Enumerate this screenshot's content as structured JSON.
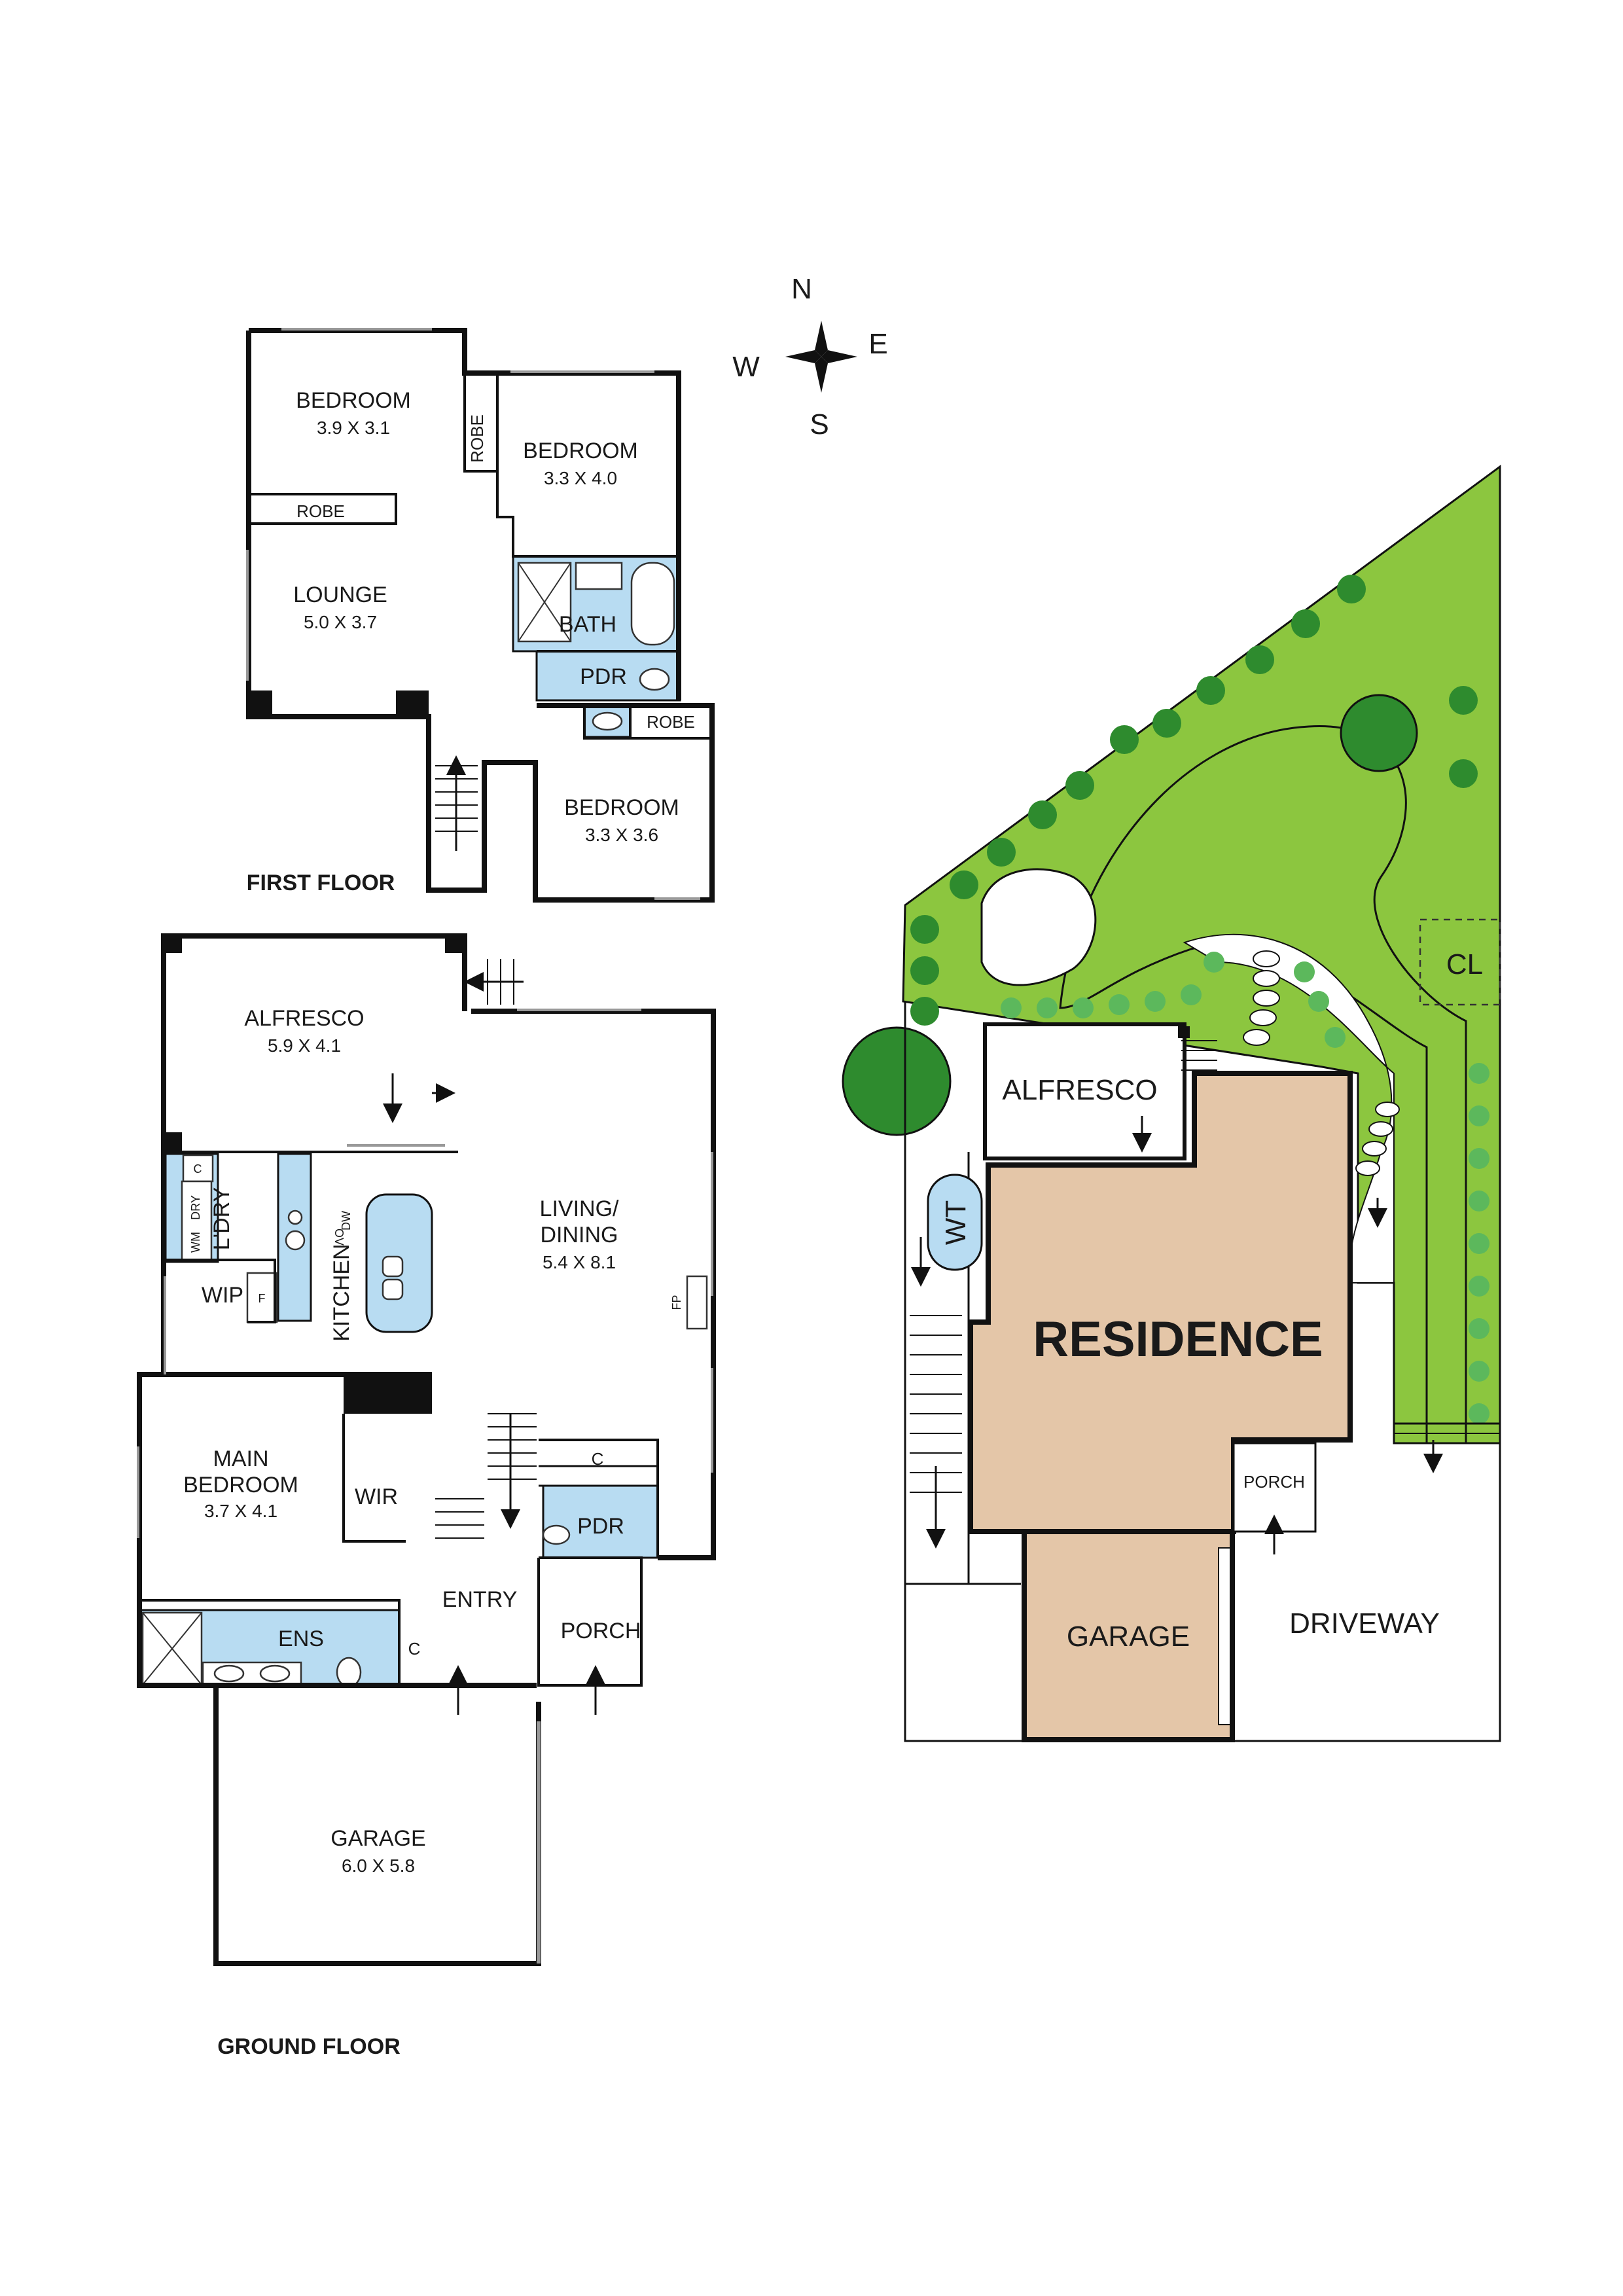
{
  "compass": {
    "n": "N",
    "e": "E",
    "s": "S",
    "w": "W"
  },
  "first_floor": {
    "title": "FIRST FLOOR",
    "bedroom1": {
      "name": "BEDROOM",
      "dim": "3.9 X 3.1"
    },
    "bedroom2": {
      "name": "BEDROOM",
      "dim": "3.3 X 4.0"
    },
    "bedroom3": {
      "name": "BEDROOM",
      "dim": "3.3 X 3.6"
    },
    "lounge": {
      "name": "LOUNGE",
      "dim": "5.0 X 3.7"
    },
    "robe1": "ROBE",
    "robe2": "ROBE",
    "robe3": "ROBE",
    "bath": "BATH",
    "pdr": "PDR"
  },
  "ground_floor": {
    "title": "GROUND FLOOR",
    "alfresco": {
      "name": "ALFRESCO",
      "dim": "5.9 X 4.1"
    },
    "living": {
      "name1": "LIVING/",
      "name2": "DINING",
      "dim": "5.4 X 8.1"
    },
    "kitchen": "KITCHEN",
    "laundry": "L'DRY",
    "wip": "WIP",
    "c_laundry": "C",
    "dry": "DRY",
    "wm": "WM",
    "fridge": "F",
    "ov": "OV",
    "dw": "DW",
    "fp": "FP",
    "main_bedroom": {
      "name1": "MAIN",
      "name2": "BEDROOM",
      "dim": "3.7 X 4.1"
    },
    "wir": "WIR",
    "ens": "ENS",
    "c_ens": "C",
    "c_hall": "C",
    "pdr": "PDR",
    "entry": "ENTRY",
    "porch": "PORCH",
    "garage": {
      "name": "GARAGE",
      "dim": "6.0 X 5.8"
    }
  },
  "site": {
    "residence": "RESIDENCE",
    "alfresco": "ALFRESCO",
    "wt": "WT",
    "cl": "CL",
    "porch": "PORCH",
    "garage": "GARAGE",
    "driveway": "DRIVEWAY"
  },
  "colors": {
    "lawn": "#8cc63f",
    "residence": "#e4c6a8",
    "wet_area": "#b8dcf2",
    "tree_dark": "#2e8b2e",
    "shrub": "#5cb85c"
  }
}
